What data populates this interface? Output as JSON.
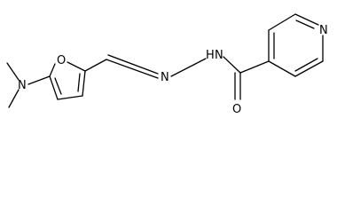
{
  "molecule": {
    "atoms": {
      "furan_oxygen": "O",
      "dimethylamino_nitrogen": "N",
      "imine_nitrogen": "N",
      "amide_nitrogen_h": "H",
      "amide_nitrogen": "N",
      "carbonyl_oxygen": "O",
      "pyridine_nitrogen": "N"
    },
    "colors": {
      "bond": "#000000",
      "label": "#000000",
      "background": "#ffffff"
    }
  }
}
